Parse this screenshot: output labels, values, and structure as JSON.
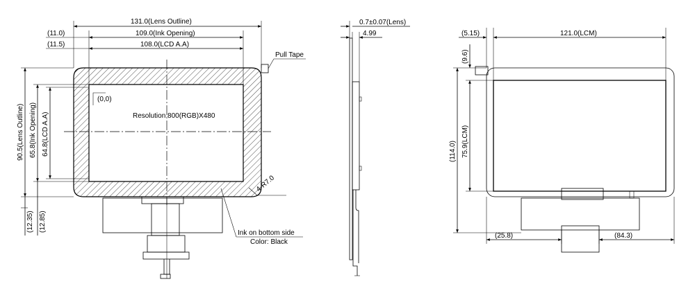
{
  "front_view": {
    "dims": {
      "lens_outline_width": "131.0(Lens Outline)",
      "ink_opening_width": "109.0(Ink Opening)",
      "lcd_aa_width": "108.0(LCD A.A)",
      "left_offset_ink": "(11.0)",
      "left_offset_lcd": "(11.5)",
      "lens_outline_height": "90.5(Lens Outline)",
      "ink_opening_height": "65.8(Ink Opening)",
      "lcd_aa_height": "64.8(LCD A.A)",
      "bottom_offset_ink": "(12.35)",
      "bottom_offset_lcd": "(12.85)"
    },
    "labels": {
      "origin": "(0,0)",
      "resolution": "Resolution 800(RGB)X480",
      "pull_tape": "Pull Tape",
      "corner_radius": "4-R7.0",
      "ink_note_line1": "Ink on bottom side",
      "ink_note_line2": "Color: Black"
    }
  },
  "side_view": {
    "dims": {
      "lens_thickness": "0.7±0.07(Lens)",
      "total_thickness": "4.99"
    }
  },
  "back_view": {
    "dims": {
      "left_offset": "(5.15)",
      "lcm_width": "121.0(LCM)",
      "top_offset": "(9.6)",
      "lcm_height": "75.9(LCM)",
      "overall_height": "(114.0)",
      "fpc_left": "(25.8)",
      "fpc_right": "(84.3)"
    }
  }
}
